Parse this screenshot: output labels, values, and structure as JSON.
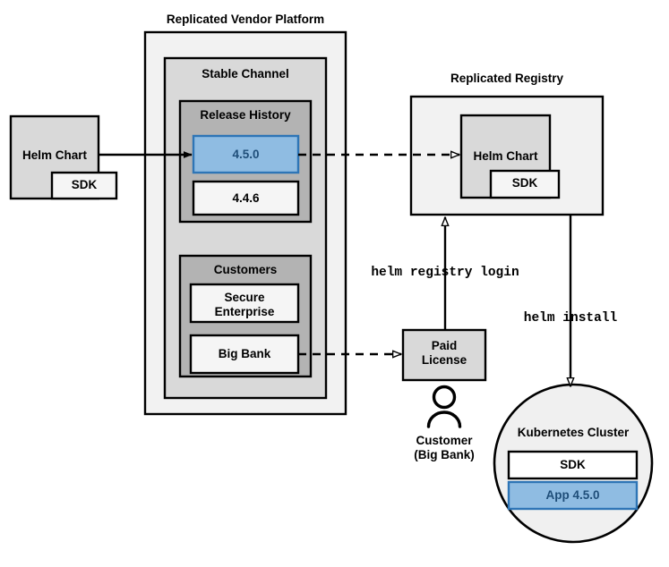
{
  "diagram": {
    "title_texts": {
      "vendor_platform": "Replicated Vendor Platform",
      "replicated_registry": "Replicated Registry"
    },
    "colors": {
      "outer_platform_fill": "#f2f2f2",
      "channel_fill": "#d9d9d9",
      "group_fill": "#b3b3b3",
      "box_gray_fill": "#d9d9d9",
      "box_white_fill": "#f5f5f5",
      "highlight_blue_fill": "#8fbce2",
      "highlight_blue_stroke": "#2e75b6",
      "highlight_blue_text": "#1f4e79",
      "stroke": "#000000",
      "circle_fill": "#f0f0f0",
      "white": "#ffffff"
    },
    "source": {
      "helm_chart_label": "Helm Chart",
      "sdk_label": "SDK"
    },
    "platform": {
      "label": "Replicated Vendor Platform",
      "channel": {
        "label": "Stable Channel",
        "release_history": {
          "label": "Release History",
          "releases": [
            {
              "version": "4.5.0",
              "highlighted": true
            },
            {
              "version": "4.4.6",
              "highlighted": false
            }
          ]
        },
        "customers": {
          "label": "Customers",
          "entries": [
            {
              "name": "Secure\nEnterprise"
            },
            {
              "name": "Big Bank"
            }
          ]
        }
      }
    },
    "registry": {
      "label": "Replicated Registry",
      "helm_chart_label": "Helm Chart",
      "sdk_label": "SDK"
    },
    "license": {
      "label": "Paid\nLicense"
    },
    "customer_actor": {
      "label": "Customer\n(Big Bank)",
      "icon": "person-icon"
    },
    "cluster": {
      "label": "Kubernetes Cluster",
      "items": [
        {
          "label": "SDK",
          "highlighted": false
        },
        {
          "label": "App 4.5.0",
          "highlighted": true
        }
      ]
    },
    "commands": {
      "registry_login": "helm registry login",
      "install": "helm install"
    },
    "connections": [
      {
        "name": "helm-chart-to-release",
        "style": "solid",
        "arrow": "filled"
      },
      {
        "name": "release-to-registry",
        "style": "dashed",
        "arrow": "open"
      },
      {
        "name": "bigbank-to-license",
        "style": "dashed",
        "arrow": "open"
      },
      {
        "name": "license-to-registry",
        "style": "solid",
        "arrow": "open"
      },
      {
        "name": "registry-to-cluster",
        "style": "solid",
        "arrow": "open"
      }
    ]
  }
}
